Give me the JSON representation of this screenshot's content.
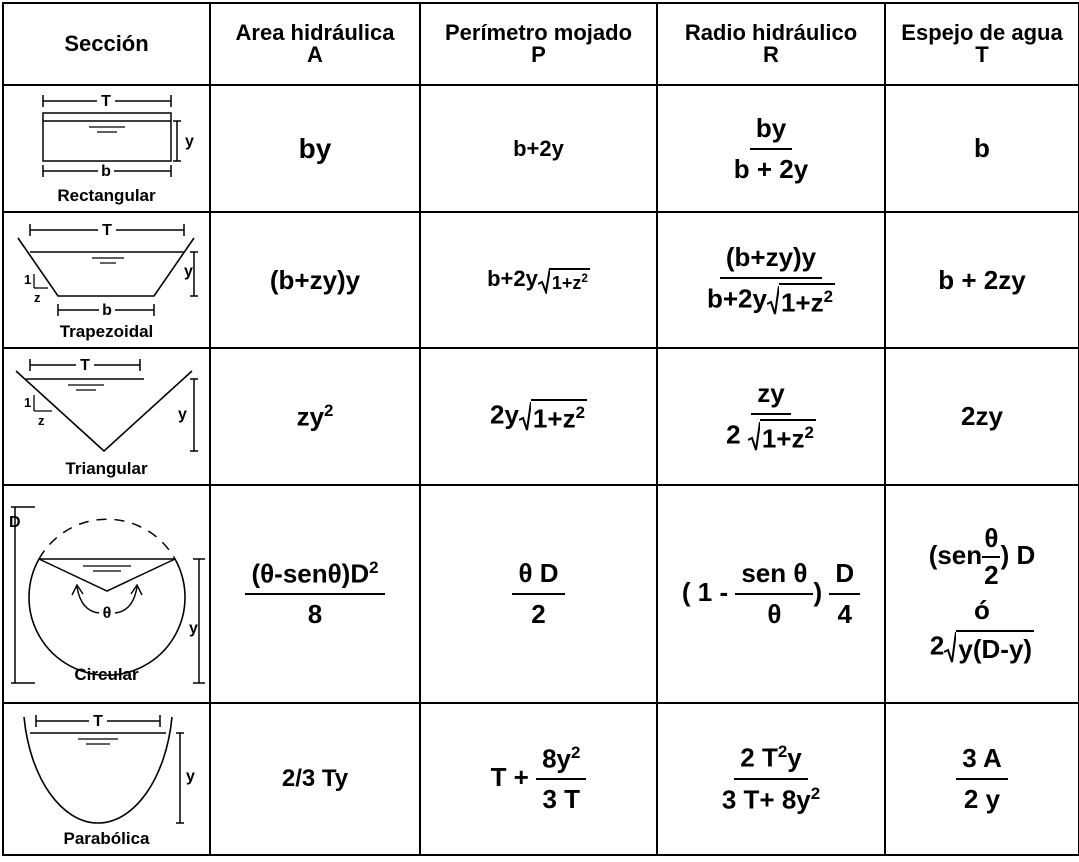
{
  "headers": [
    {
      "line1": "Sección",
      "line2": ""
    },
    {
      "line1": "Area hidráulica",
      "line2": "A"
    },
    {
      "line1": "Perímetro mojado",
      "line2": "P"
    },
    {
      "line1": "Radio hidráulico",
      "line2": "R"
    },
    {
      "line1": "Espejo de agua",
      "line2": "T"
    }
  ],
  "symbols": {
    "T": "T",
    "b": "b",
    "y": "y",
    "z": "z",
    "one": "1",
    "D": "D",
    "theta": "θ"
  },
  "rows": [
    {
      "section": "Rectangular",
      "area": "by",
      "perimeter": "b+2y",
      "radius_num": "by",
      "radius_den": "b + 2y",
      "mirror": "b"
    },
    {
      "section": "Trapezoidal",
      "area": "(b+zy)y",
      "perimeter_pre": "b+2y",
      "perimeter_rad": "1+z",
      "perimeter_exp": "2",
      "radius_num": "(b+zy)y",
      "radius_den_pre": "b+2y",
      "radius_den_rad": "1+z",
      "radius_den_exp": "2",
      "mirror": "b + 2zy"
    },
    {
      "section": "Triangular",
      "area": "zy",
      "area_exp": "2",
      "perimeter_pre": "2y",
      "perimeter_rad": "1+z",
      "perimeter_exp": "2",
      "radius_num": "zy",
      "radius_den_pre": "2",
      "radius_den_rad": "1+z",
      "radius_den_exp": "2",
      "mirror": "2zy"
    },
    {
      "section": "Circular",
      "area_num": "(θ-senθ)D",
      "area_num_exp": "2",
      "area_den": "8",
      "perimeter_num": "θ D",
      "perimeter_den": "2",
      "radius_pre": "( 1 -",
      "radius_num": "sen θ",
      "radius_den": "θ",
      "radius_mid": ")",
      "radius_num2": "D",
      "radius_den2": "4",
      "mirror_pre": "(sen",
      "mirror_num": "θ",
      "mirror_den": "2",
      "mirror_post": ") D",
      "mirror_or": "ó",
      "mirror_alt_pre": "2",
      "mirror_alt_rad": "y(D-y)"
    },
    {
      "section": "Parabólica",
      "area": "2/3 Ty",
      "perimeter_pre": "T +",
      "perimeter_num": "8y",
      "perimeter_num_exp": "2",
      "perimeter_den": "3 T",
      "radius_num_pre": "2 T",
      "radius_num_exp": "2",
      "radius_num_post": "y",
      "radius_den_pre": "3 T+ 8y",
      "radius_den_exp": "2",
      "mirror_num": "3 A",
      "mirror_den": "2 y"
    }
  ]
}
